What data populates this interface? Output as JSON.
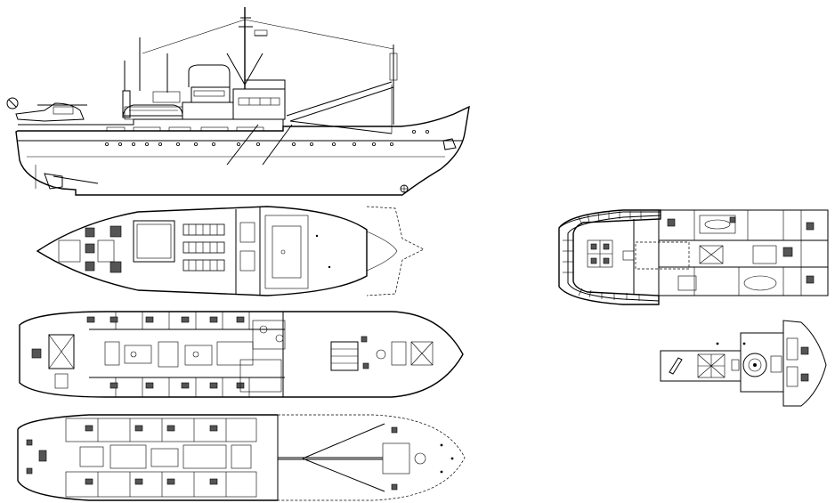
{
  "drawing": {
    "colors": {
      "line": "#000000",
      "background": "#ffffff"
    },
    "views": [
      "side-elevation",
      "main-deck-plan",
      "upper-deck-plan",
      "lower-deck-plan",
      "bridge-deck-plan",
      "wheelhouse-top-plan"
    ]
  }
}
